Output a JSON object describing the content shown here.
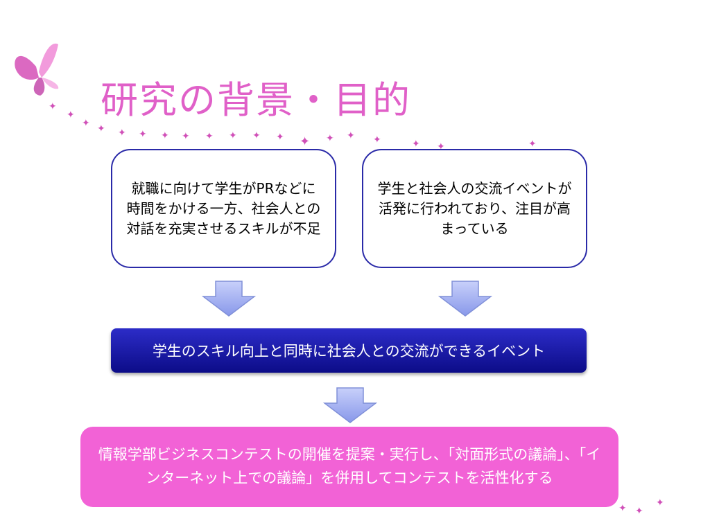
{
  "title": "研究の背景・目的",
  "boxes": {
    "left": "就職に向けて学生がPRなどに時間をかける一方、社会人との対話を充実させるスキルが不足",
    "right": "学生と社会人の交流イベントが活発に行われており、注目が高まっている"
  },
  "banner": "学生のスキル向上と同時に社会人との交流ができるイベント",
  "goal": "情報学部ビジネスコンテストの開催を提案・実行し、「対面形式の議論」、「インターネット上での議論」を併用してコンテストを活性化する",
  "colors": {
    "title": "#e060c8",
    "box_border": "#2a2aa8",
    "banner": "#1a1aa8",
    "goal": "#f262d6",
    "arrow": "#9aa8f0"
  },
  "icons": [
    "butterfly-icon",
    "sparkle-icon",
    "down-arrow-icon"
  ]
}
